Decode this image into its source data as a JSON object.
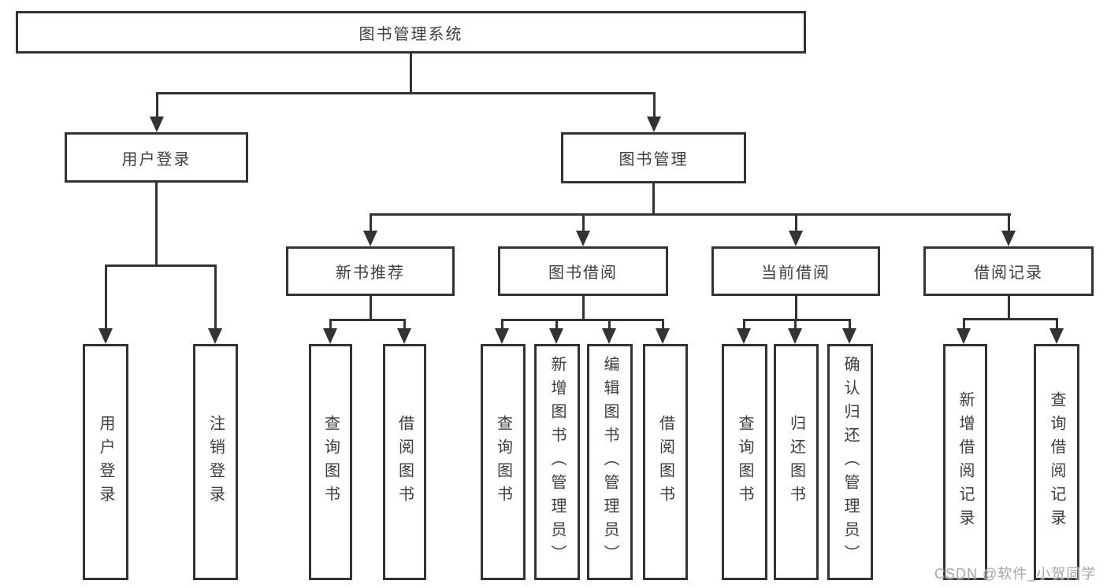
{
  "tree": {
    "label": "图书管理系统",
    "children": [
      {
        "label": "用户登录",
        "children": [
          {
            "label": "用户登录"
          },
          {
            "label": "注销登录"
          }
        ]
      },
      {
        "label": "图书管理",
        "children": [
          {
            "label": "新书推荐",
            "children": [
              {
                "label": "查询图书"
              },
              {
                "label": "借阅图书"
              }
            ]
          },
          {
            "label": "图书借阅",
            "children": [
              {
                "label": "查询图书"
              },
              {
                "label": "新增图书（管理员）"
              },
              {
                "label": "编辑图书（管理员）"
              },
              {
                "label": "借阅图书"
              }
            ]
          },
          {
            "label": "当前借阅",
            "children": [
              {
                "label": "查询图书"
              },
              {
                "label": "归还图书"
              },
              {
                "label": "确认归还（管理员）"
              }
            ]
          },
          {
            "label": "借阅记录",
            "children": [
              {
                "label": "新增借阅记录"
              },
              {
                "label": "查询借阅记录"
              }
            ]
          }
        ]
      }
    ]
  },
  "watermark": {
    "text": "CSDN @软件_小贺同学"
  },
  "colors": {
    "line": "#333333",
    "box_border": "#333333",
    "text": "#3d3d3d",
    "watermark": "#a6a6a6",
    "background": "#ffffff"
  }
}
